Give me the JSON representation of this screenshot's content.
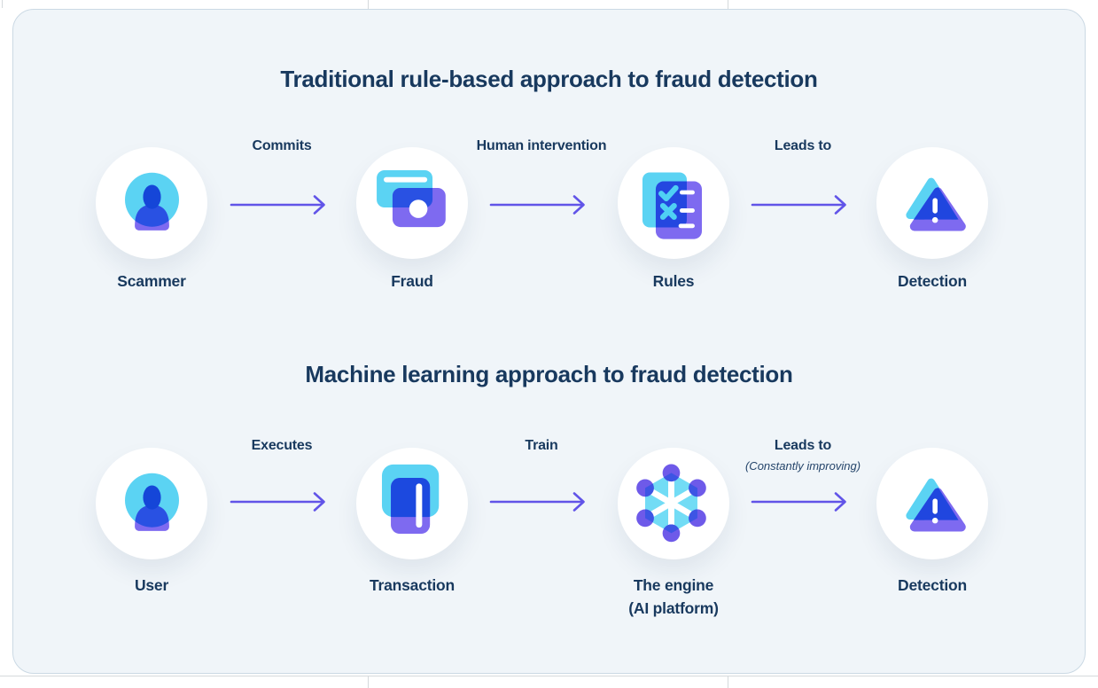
{
  "colors": {
    "card_background": "#F0F5F9",
    "text_navy": "#18395E",
    "arrow_purple": "#6154E8",
    "icon_cyan": "#5BD3F3",
    "icon_purple": "#7E6AF0",
    "icon_blue_overlap": "#2951E3",
    "icon_blue_solid": "#1546D8"
  },
  "diagram": {
    "sections": [
      {
        "title": "Traditional rule-based approach to fraud detection",
        "nodes": [
          {
            "label": "Scammer",
            "icon": "person-icon"
          },
          {
            "label": "Fraud",
            "icon": "credit-cards-icon"
          },
          {
            "label": "Rules",
            "icon": "checklist-icon"
          },
          {
            "label": "Detection",
            "icon": "warning-triangle-icon"
          }
        ],
        "arrows": [
          {
            "label": "Commits"
          },
          {
            "label": "Human intervention"
          },
          {
            "label": "Leads to"
          }
        ]
      },
      {
        "title": "Machine learning approach to fraud detection",
        "nodes": [
          {
            "label": "User",
            "icon": "person-icon"
          },
          {
            "label": "Transaction",
            "icon": "payment-card-icon"
          },
          {
            "label": "The engine",
            "sublabel": "(AI platform)",
            "icon": "network-hexagon-icon"
          },
          {
            "label": "Detection",
            "icon": "warning-triangle-icon"
          }
        ],
        "arrows": [
          {
            "label": "Executes"
          },
          {
            "label": "Train"
          },
          {
            "label": "Leads to",
            "sublabel": "(Constantly improving)"
          }
        ]
      }
    ]
  }
}
